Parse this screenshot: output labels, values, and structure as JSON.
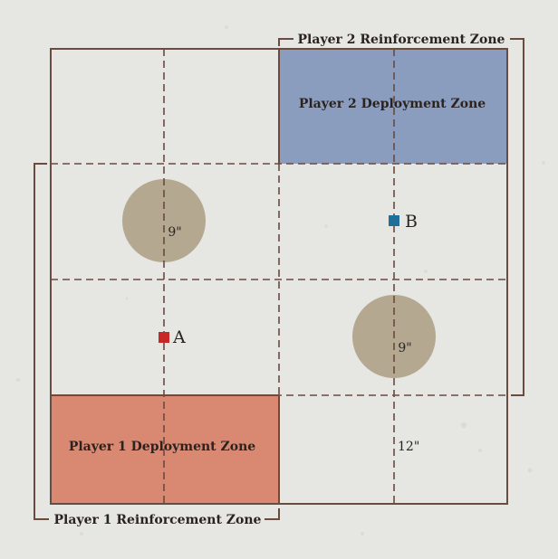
{
  "colors": {
    "background": "#e6e6e3",
    "line": "#6b4a3f",
    "player1_zone": "#d98872",
    "player2_zone": "#8a9dbe",
    "terrain": "#b5a890",
    "marker_a": "#c62828",
    "marker_b": "#1e6f9a"
  },
  "zones": {
    "player1_deployment": "Player 1 Deployment Zone",
    "player2_deployment": "Player 2 Deployment Zone",
    "player1_reinforcement": "Player 1 Reinforcement Zone",
    "player2_reinforcement": "Player 2 Reinforcement Zone"
  },
  "terrain": [
    {
      "label": "9\""
    },
    {
      "label": "9\""
    }
  ],
  "markers": [
    {
      "label": "A"
    },
    {
      "label": "B"
    }
  ],
  "measurement": "12\""
}
